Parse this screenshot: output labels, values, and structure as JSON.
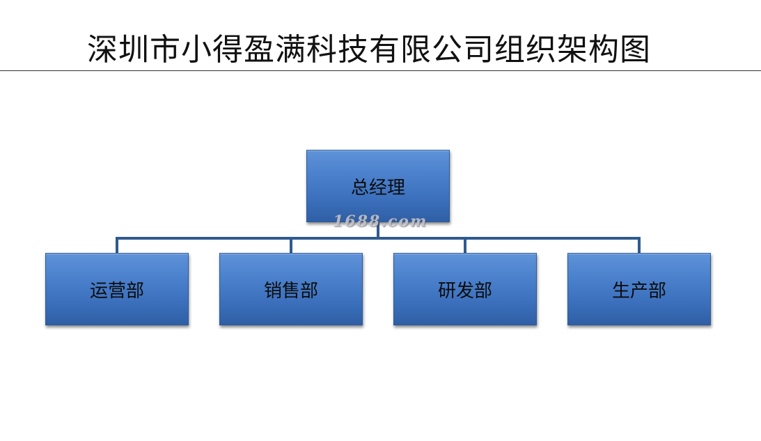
{
  "title": "深圳市小得盈满科技有限公司组织架构图",
  "org_chart": {
    "root": {
      "label": "总经理"
    },
    "children": [
      {
        "label": "运营部"
      },
      {
        "label": "销售部"
      },
      {
        "label": "研发部"
      },
      {
        "label": "生产部"
      }
    ]
  },
  "watermark": "1688.com",
  "colors": {
    "box_fill": "#4a80cc",
    "box_border": "#2c5a96",
    "connector": "#2f5a8f",
    "text": "#0c0c0c"
  }
}
